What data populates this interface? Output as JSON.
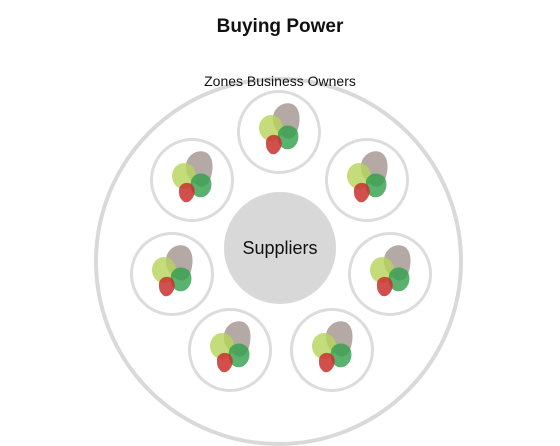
{
  "title": "Buying Power",
  "ring_label": "Zones Business Owners",
  "center_label": "Suppliers",
  "colors": {
    "ring": "#d9d9d9",
    "center": "#d8d8d8",
    "blob_gray": "#a79a95",
    "blob_lime": "#b6d35a",
    "blob_green": "#2fa04a",
    "blob_red": "#c9302e"
  }
}
